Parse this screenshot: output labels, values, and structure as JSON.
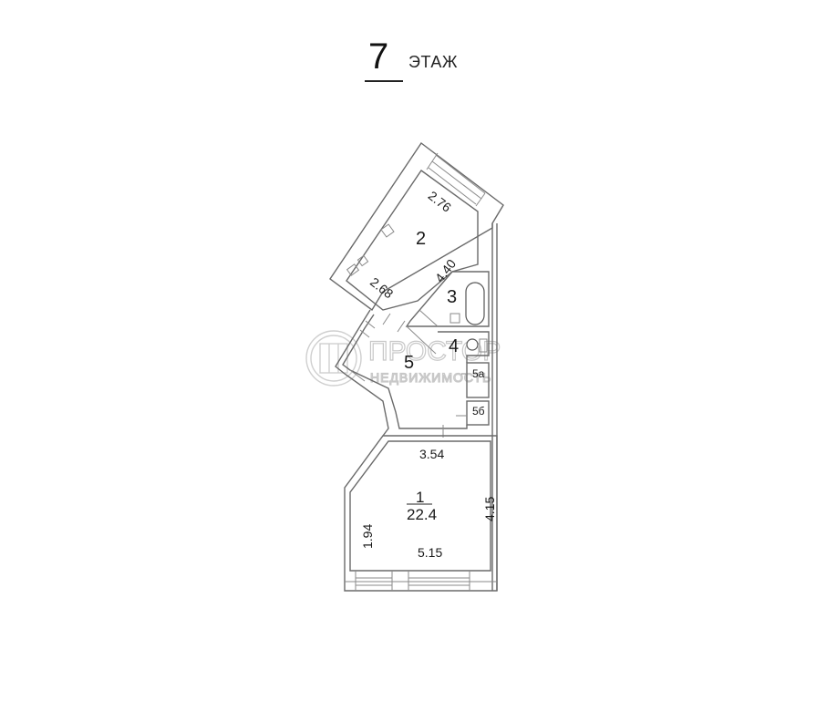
{
  "header": {
    "floor_number": "7",
    "floor_label": "ЭТАЖ"
  },
  "watermark": {
    "brand": "ПРОСТОР",
    "subtitle": "НЕДВИЖИМОСТЬ"
  },
  "rooms": [
    {
      "id": "1",
      "area": "22.4",
      "dims": [
        "3.54",
        "4.15",
        "1.94",
        "5.15"
      ]
    },
    {
      "id": "2",
      "dims": [
        "2.76",
        "4.40",
        "2.68"
      ]
    },
    {
      "id": "3"
    },
    {
      "id": "4"
    },
    {
      "id": "5"
    },
    {
      "id": "5a",
      "label": "5а"
    },
    {
      "id": "5b",
      "label": "5б"
    }
  ],
  "labels": {
    "room1": "1",
    "room1_area": "22.4",
    "room1_w_top": "3.54",
    "room1_h_right": "4.15",
    "room1_h_left": "1.94",
    "room1_w_bottom": "5.15",
    "room2": "2",
    "room2_d1": "2.76",
    "room2_d2": "4.40",
    "room2_d3": "2.68",
    "room3": "3",
    "room4": "4",
    "room5": "5",
    "room5a": "5а",
    "room5b": "5б"
  },
  "colors": {
    "wall": "#6a6a6a",
    "text": "#1a1a1a",
    "watermark": "#c8c8c8",
    "background": "#ffffff"
  }
}
